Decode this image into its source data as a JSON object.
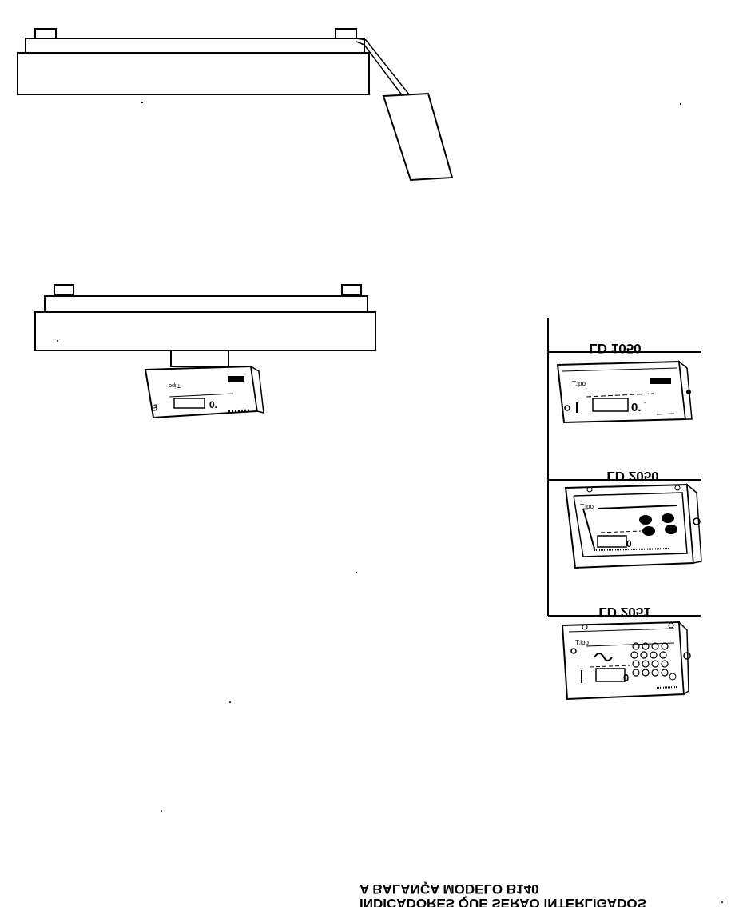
{
  "colors": {
    "ink": "#000000",
    "paper": "#ffffff"
  },
  "orientation": "flipped-vertically",
  "scale_top": {
    "has_cable": true,
    "has_remote_display": true
  },
  "scale_middle": {
    "has_mounted_indicator": true
  },
  "indicators": [
    {
      "label": "LD 1050",
      "keypad": "small"
    },
    {
      "label": "LD 2050",
      "keypad": "four-buttons"
    },
    {
      "label": "LD 2051",
      "keypad": "numeric"
    }
  ],
  "caption": {
    "line1": "A BALANÇA MODELO B140",
    "line2": "INDICADORES QUE SERÃO INTERLIGADOS"
  }
}
